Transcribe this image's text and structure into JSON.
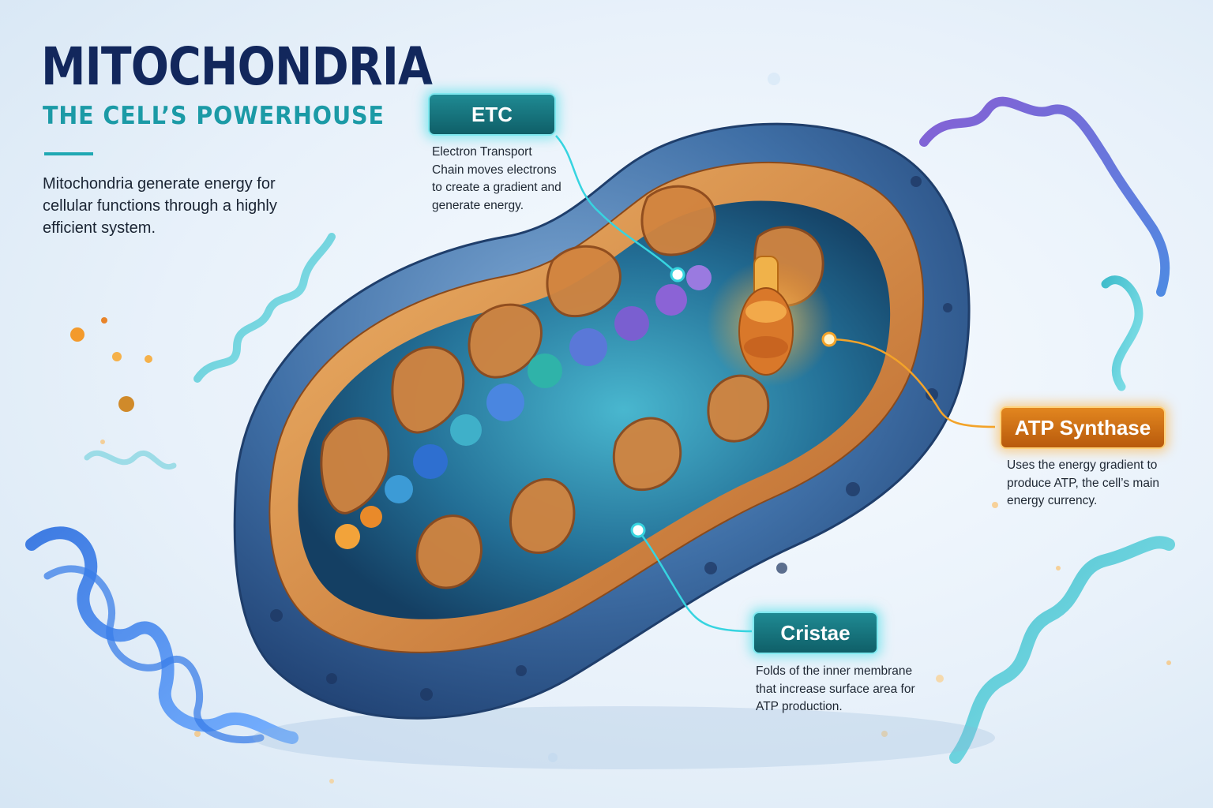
{
  "header": {
    "title": "MITOCHONDRIA",
    "subtitle": "THE CELL’S POWERHOUSE",
    "intro": "Mitochondria generate energy for cellular functions through a highly efficient system."
  },
  "labels": {
    "etc": {
      "tag": "ETC",
      "description": "Electron Transport Chain moves electrons to create a gradient and generate energy."
    },
    "atp_synthase": {
      "tag": "ATP Synthase",
      "description": "Uses the energy gradient to produce ATP, the cell’s main energy currency."
    },
    "cristae": {
      "tag": "Cristae",
      "description": "Folds of the inner membrane that increase surface area for ATP production."
    }
  },
  "colors": {
    "title": "#12275c",
    "accent_teal": "#1b9aa6",
    "accent_orange": "#d9781a",
    "outer_membrane": "#3d6ea8",
    "inner_membrane": "#d98a3c",
    "matrix": "#2f8fb0"
  }
}
